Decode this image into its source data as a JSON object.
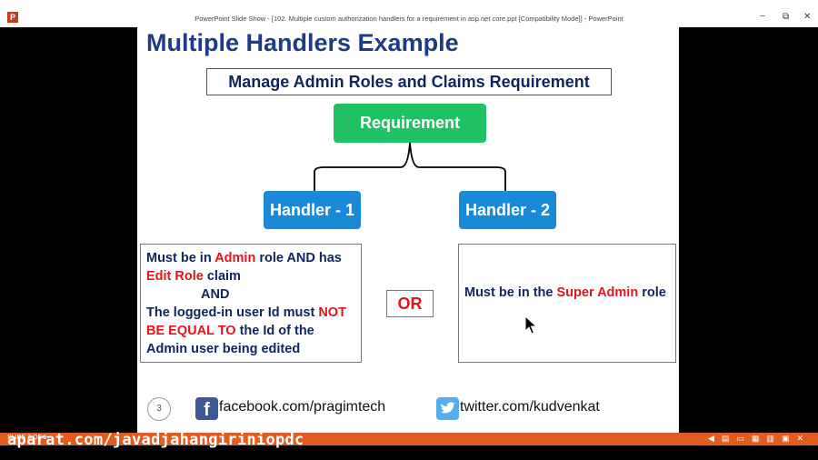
{
  "window": {
    "title": "PowerPoint Slide Show - [102. Multiple custom authorization handlers for a requirement in asp.net core.ppt [Compatibility Mode]] - PowerPoint",
    "app_icon": "P",
    "controls": {
      "minimize": "−",
      "restore": "⧉",
      "close": "✕"
    }
  },
  "slide": {
    "title": "Multiple Handlers Example",
    "subtitle": "Manage Admin Roles and Claims Requirement",
    "requirement_label": "Requirement",
    "handler1_label": "Handler - 1",
    "handler2_label": "Handler - 2",
    "or_label": "OR",
    "condition1": {
      "p1": "Must be in ",
      "p2": "Admin",
      "p3": " role AND has ",
      "p4": "Edit Role",
      "p5": " claim",
      "p6": "AND",
      "p7": "The logged-in user Id must ",
      "p8": "NOT BE EQUAL TO",
      "p9": " the Id of the Admin user being edited"
    },
    "condition2": {
      "p1": "Must be in the ",
      "p2": "Super Admin",
      "p3": " role"
    },
    "page_number": "3",
    "facebook_text": "facebook.com/pragimtech",
    "twitter_text": "twitter.com/kudvenkat"
  },
  "status": {
    "slide_indicator": "SLIDE 3 OF 9",
    "icons": [
      "prev-icon",
      "notes-icon",
      "normal-view-icon",
      "slide-sorter-icon",
      "reading-view-icon",
      "slideshow-icon",
      "menu-icon"
    ]
  },
  "watermark": "aparat.com/javadjahangiriniopdc",
  "colors": {
    "title": "#1f3b85",
    "requirement_green": "#20c165",
    "handler_blue": "#1a8ad8",
    "emphasis_red": "#e3141b",
    "statusbar_orange": "#e05c1f"
  }
}
